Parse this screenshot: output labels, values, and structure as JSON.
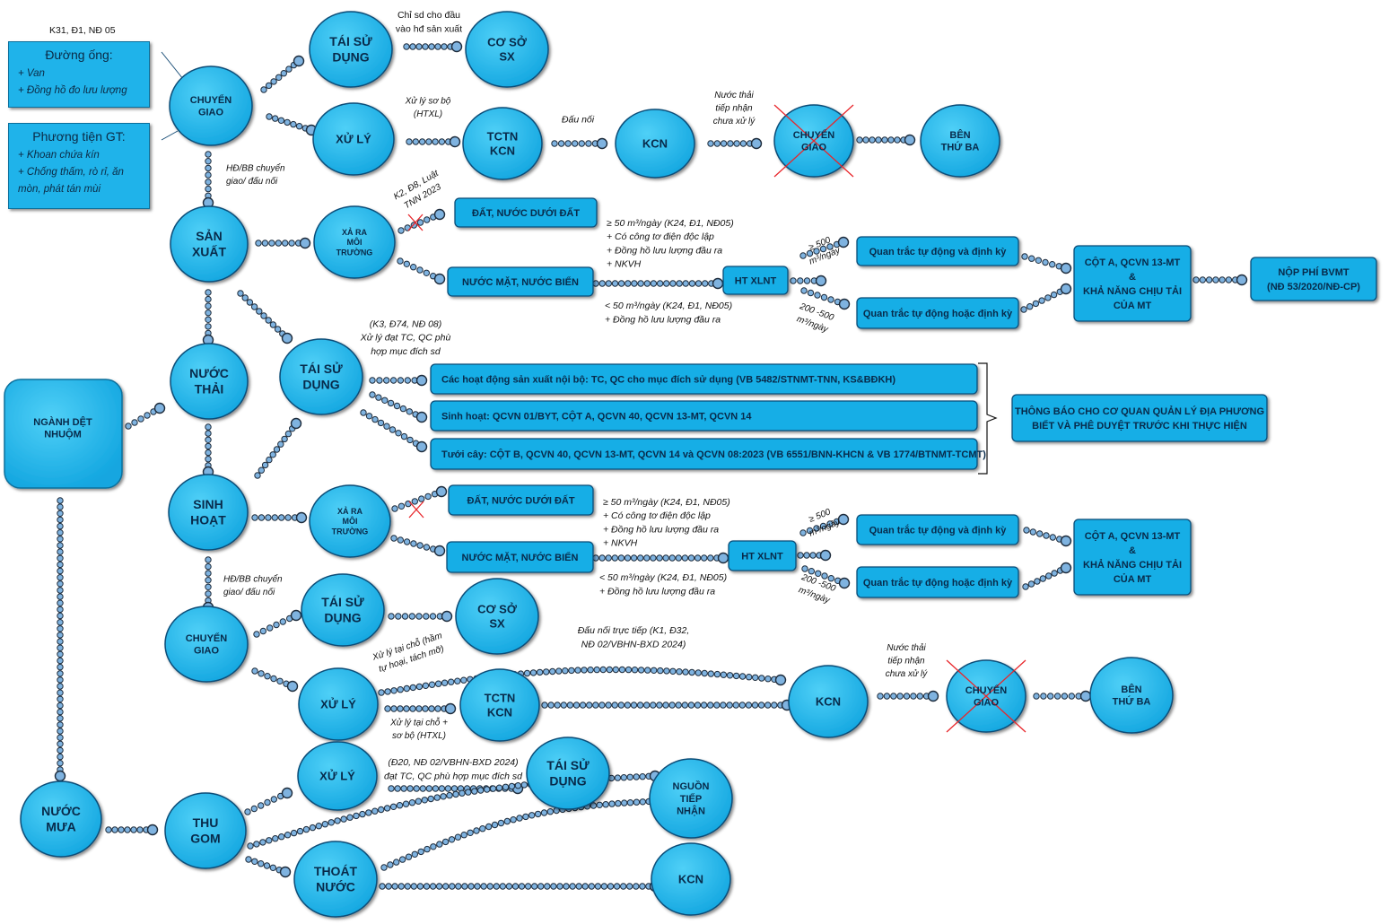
{
  "top_label": "K31, Đ1, NĐ 05",
  "panels": {
    "pipe": {
      "title": "Đường ống:",
      "items": [
        "+ Van",
        "+ Đồng hồ đo lưu lượng"
      ]
    },
    "vehicle": {
      "title": "Phương tiện GT:",
      "items": [
        "+ Khoan chứa kín",
        "+ Chống thấm, rò rỉ, ăn",
        "mòn, phát tán mùi"
      ]
    }
  },
  "nodes": {
    "nganh": [
      "NGÀNH DỆT",
      "NHUỘM"
    ],
    "nuocthai": [
      "NƯỚC",
      "THẢI"
    ],
    "sanxuat": [
      "SẢN",
      "XUẤT"
    ],
    "chuyengiao1": [
      "CHUYỂN",
      "GIAO"
    ],
    "taisudung1": [
      "TÁI SỬ",
      "DỤNG"
    ],
    "coso1": [
      "CƠ SỞ",
      "SX"
    ],
    "xuly1": [
      "XỬ LÝ"
    ],
    "tctn1": [
      "TCTN",
      "KCN"
    ],
    "kcn1": [
      "KCN"
    ],
    "chuyengiao_x1": [
      "CHUYỂN",
      "GIAO"
    ],
    "benthuba1": [
      "BÊN",
      "THỨ BA"
    ],
    "xara1": [
      "XẢ RA",
      "MÔI",
      "TRƯỜNG"
    ],
    "taisudung_mid": [
      "TÁI SỬ",
      "DỤNG"
    ],
    "sinhhoat": [
      "SINH",
      "HOẠT"
    ],
    "xara2": [
      "XẢ RA",
      "MÔI",
      "TRƯỜNG"
    ],
    "chuyengiao2": [
      "CHUYỂN",
      "GIAO"
    ],
    "taisudung2": [
      "TÁI SỬ",
      "DỤNG"
    ],
    "coso2": [
      "CƠ SỞ",
      "SX"
    ],
    "xuly2": [
      "XỬ LÝ"
    ],
    "tctn2": [
      "TCTN",
      "KCN"
    ],
    "kcn2": [
      "KCN"
    ],
    "chuyengiao_x2": [
      "CHUYỂN",
      "GIAO"
    ],
    "benthuba2": [
      "BÊN",
      "THỨ BA"
    ],
    "nuocmua": [
      "NƯỚC",
      "MƯA"
    ],
    "thugom": [
      "THU",
      "GOM"
    ],
    "xuly3": [
      "XỬ LÝ"
    ],
    "taisudung3": [
      "TÁI SỬ",
      "DỤNG"
    ],
    "nguontiepnhan": [
      "NGUỒN",
      "TIẾP",
      "NHẬN"
    ],
    "thoatnuoc": [
      "THOÁT",
      "NƯỚC"
    ],
    "kcn3": [
      "KCN"
    ]
  },
  "boxes": {
    "dat1": "ĐẤT, NƯỚC DƯỚI ĐẤT",
    "nuocmat1": "NƯỚC MẶT, NƯỚC BIỂN",
    "htxlnt1": "HT XLNT",
    "qt_dinhky1": "Quan trắc tự động và định kỳ",
    "qt_hoac1": "Quan trắc tự động hoặc định kỳ",
    "cota1": [
      "CỘT A, QCVN 13-MT",
      "&",
      "KHẢ NĂNG CHỊU TẢI",
      "CỦA MT"
    ],
    "nopphi": [
      "NỘP PHÍ BVMT",
      "(NĐ 53/2020/NĐ-CP)"
    ],
    "reuse_a": "Các hoạt động sản xuất nội bộ: TC, QC cho mục đích sử dụng (VB 5482/STNMT-TNN, KS&BĐKH)",
    "reuse_b": "Sinh hoạt: QCVN 01/BYT, CỘT A, QCVN 40, QCVN 13-MT, QCVN 14",
    "reuse_c": "Tưới cây: CỘT B, QCVN 40, QCVN 13-MT, QCVN 14 và QCVN 08:2023 (VB 6551/BNN-KHCN & VB 1774/BTNMT-TCMT)",
    "thongbao": [
      "THÔNG BÁO CHO CƠ QUAN QUẢN LÝ ĐỊA PHƯƠNG",
      "BIẾT VÀ PHÊ DUYỆT TRƯỚC KHI THỰC HIỆN"
    ],
    "dat2": "ĐẤT, NƯỚC DƯỚI ĐẤT",
    "nuocmat2": "NƯỚC MẶT, NƯỚC BIỂN",
    "htxlnt2": "HT XLNT",
    "qt_dinhky2": "Quan trắc tự động và định kỳ",
    "qt_hoac2": "Quan trắc tự động hoặc định kỳ",
    "cota2": [
      "CỘT A, QCVN 13-MT",
      "&",
      "KHẢ NĂNG CHỊU TẢI",
      "CỦA MT"
    ]
  },
  "notes": {
    "chisd": [
      "Chỉ sd cho đầu",
      "vào hđ sản xuất"
    ],
    "xlsb1": [
      "Xử lý sơ bộ",
      "(HTXL)"
    ],
    "daunoi1": [
      "Đấu nối"
    ],
    "ntcxl1": [
      "Nước thải",
      "tiếp nhận",
      "chưa xử lý"
    ],
    "hdbb1": [
      "HĐ/BB chuyển",
      "giao/ đấu nối"
    ],
    "k2": [
      "K2, Đ8, Luật",
      "TNN 2023"
    ],
    "ge50_1": [
      "≥ 50 m³/ngày (K24, Đ1, NĐ05)",
      "+ Có công tơ điện độc lập",
      "+ Đồng hồ lưu lượng đầu ra",
      "+ NKVH"
    ],
    "lt50_1": [
      "< 50 m³/ngày (K24, Đ1, NĐ05)",
      "+ Đồng hồ lưu lượng đầu ra"
    ],
    "ge500_1": [
      "≥ 500",
      "m³/ngày"
    ],
    "r200_1": [
      "200 -500",
      "m³/ngày"
    ],
    "k3": [
      "(K3, Đ74, NĐ 08)",
      "Xử lý đạt TC, QC phù",
      "hợp mục đích sd"
    ],
    "ge50_2": [
      "≥ 50 m³/ngày (K24, Đ1, NĐ05)",
      "+ Có công tơ điện độc lập",
      "+ Đồng hồ lưu lượng đầu ra",
      "+ NKVH"
    ],
    "lt50_2": [
      "< 50 m³/ngày (K24, Đ1, NĐ05)",
      "+ Đồng hồ lưu lượng đầu ra"
    ],
    "ge500_2": [
      "≥ 500",
      "m³/ngày"
    ],
    "r200_2": [
      "200 -500",
      "m³/ngày"
    ],
    "hdbb2": [
      "HĐ/BB chuyển",
      "giao/ đấu nối"
    ],
    "xltc_ham": [
      "Xử lý tại chỗ (hầm",
      "tự hoại, tách mỡ)"
    ],
    "daunoitt": [
      "Đấu nối trực tiếp (K1, Đ32,",
      "NĐ 02/VBHN-BXD 2024)"
    ],
    "xltc_sb": [
      "Xử lý tại chỗ +",
      "sơ bộ (HTXL)"
    ],
    "ntcxl2": [
      "Nước thải",
      "tiếp nhận",
      "chưa xử lý"
    ],
    "d20": [
      "(Đ20, NĐ 02/VBHN-BXD 2024)",
      "đạt TC, QC phù hợp mục đích sd"
    ]
  }
}
